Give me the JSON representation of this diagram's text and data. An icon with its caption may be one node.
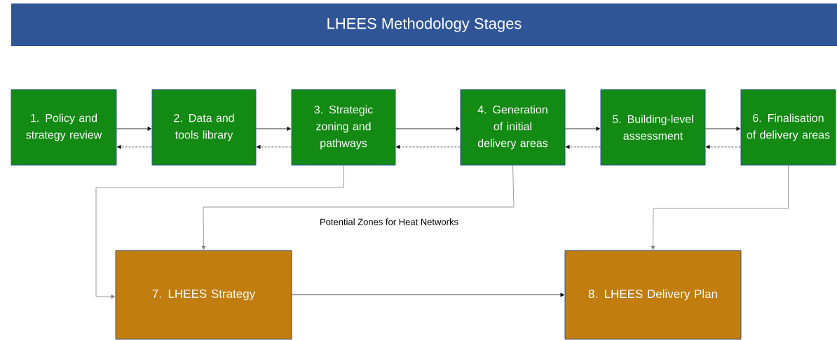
{
  "diagram": {
    "title": "LHEES Methodology Stages",
    "nodes": [
      {
        "text": [
          "1. Policy and strategy review"
        ]
      },
      {
        "text": [
          "2. Data and tools library"
        ]
      },
      {
        "text": [
          "3. Strategic zoning and pathways"
        ]
      },
      {
        "text": [
          "4. Generation of initial delivery areas"
        ]
      },
      {
        "text": [
          "5. Building-level assessment"
        ]
      },
      {
        "text": [
          "6. Finalisation of delivery areas"
        ]
      },
      {
        "text": [
          "7. LHEES Strategy"
        ]
      },
      {
        "text": [
          "8. LHEES Delivery Plan"
        ]
      }
    ],
    "edges": [
      {
        "from": 0,
        "to": 1,
        "arrow": "to"
      },
      {
        "from": 1,
        "to": 2,
        "arrow": "to"
      },
      {
        "from": 2,
        "to": 3,
        "arrow": "to"
      },
      {
        "from": 3,
        "to": 4,
        "arrow": "to"
      },
      {
        "from": 4,
        "to": 5,
        "arrow": "to"
      },
      {
        "from": 1,
        "to": 0,
        "arrow": "to",
        "style": "dashed"
      },
      {
        "from": 2,
        "to": 1,
        "arrow": "to",
        "style": "dashed"
      },
      {
        "from": 3,
        "to": 2,
        "arrow": "to",
        "style": "dashed"
      },
      {
        "from": 4,
        "to": 3,
        "arrow": "to",
        "style": "dashed"
      },
      {
        "from": 5,
        "to": 4,
        "arrow": "to",
        "style": "dashed"
      },
      {
        "from": 2,
        "to": 6,
        "arrow": "to",
        "color": "#7f7f7f"
      },
      {
        "from": 3,
        "to": 6,
        "arrow": "to",
        "color": "#7f7f7f",
        "label": "Potential Zones for Heat Networks"
      },
      {
        "from": 5,
        "to": 7,
        "arrow": "to",
        "color": "#7f7f7f"
      },
      {
        "from": 6,
        "to": 7,
        "arrow": "to"
      }
    ]
  }
}
